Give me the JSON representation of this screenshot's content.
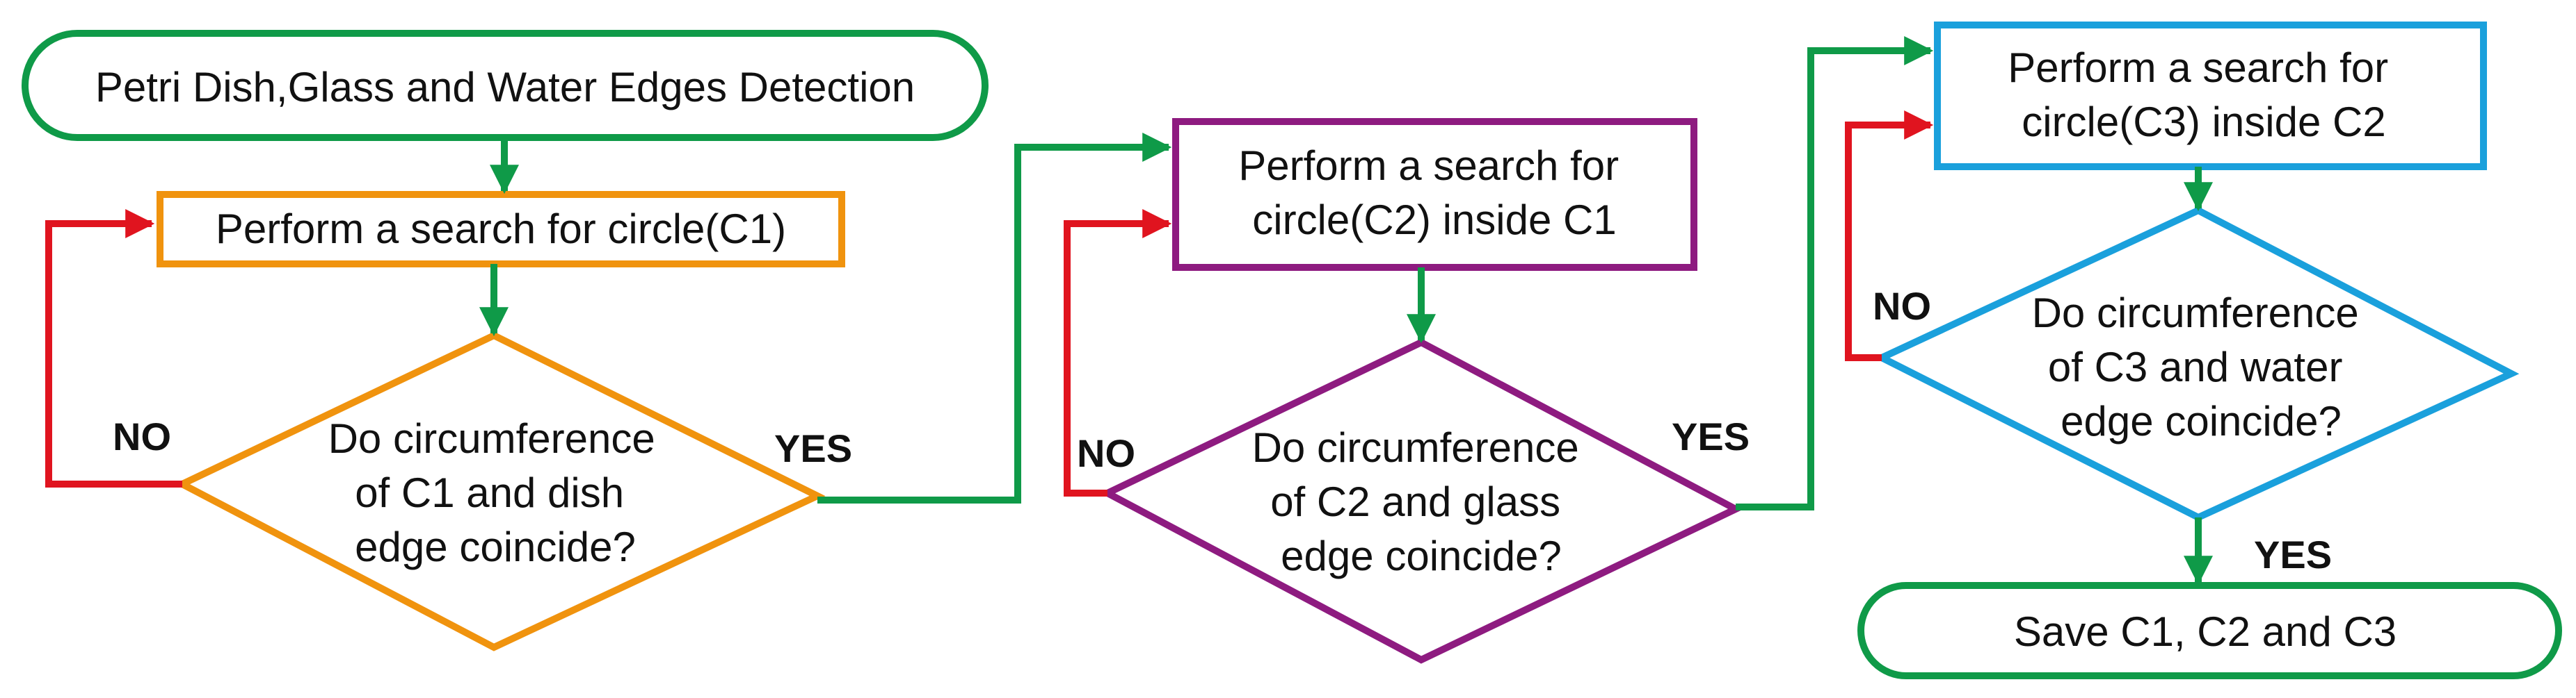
{
  "colors": {
    "green": "#0f9a48",
    "red": "#e0141f",
    "orange": "#f0930e",
    "purple": "#8e1b80",
    "blue": "#1aa0dc"
  },
  "nodes": {
    "start": {
      "lines": [
        "Petri Dish,Glass and Water Edges Detection"
      ]
    },
    "search_c1": {
      "lines": [
        "Perform a search for circle(C1)"
      ]
    },
    "decision_c1": {
      "lines": [
        "Do circumference",
        "of C1 and dish",
        "edge coincide?"
      ]
    },
    "search_c2": {
      "lines": [
        "Perform a search for",
        "circle(C2) inside C1"
      ]
    },
    "decision_c2": {
      "lines": [
        "Do circumference",
        "of C2 and glass",
        "edge coincide?"
      ]
    },
    "search_c3": {
      "lines": [
        "Perform a search for",
        "circle(C3) inside C2"
      ]
    },
    "decision_c3": {
      "lines": [
        "Do circumference",
        "of C3 and water",
        "edge coincide?"
      ]
    },
    "end": {
      "lines": [
        "Save C1, C2 and C3"
      ]
    }
  },
  "labels": {
    "no_1": "NO",
    "yes_1": "YES",
    "no_2": "NO",
    "yes_2": "YES",
    "no_3": "NO",
    "yes_3": "YES"
  }
}
